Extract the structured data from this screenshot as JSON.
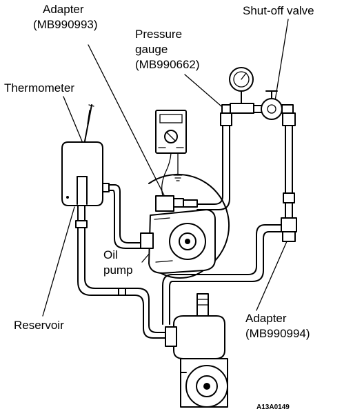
{
  "labels": {
    "adapter_top_line1": "Adapter",
    "adapter_top_line2": "(MB990993)",
    "pressure_line1": "Pressure",
    "pressure_line2": "gauge",
    "pressure_line3": "(MB990662)",
    "shutoff": "Shut-off valve",
    "thermometer": "Thermometer",
    "oil_line1": "Oil",
    "oil_line2": "pump",
    "reservoir": "Reservoir",
    "adapter_bottom_line1": "Adapter",
    "adapter_bottom_line2": "(MB990994)"
  },
  "figure_code": "A13A0149"
}
